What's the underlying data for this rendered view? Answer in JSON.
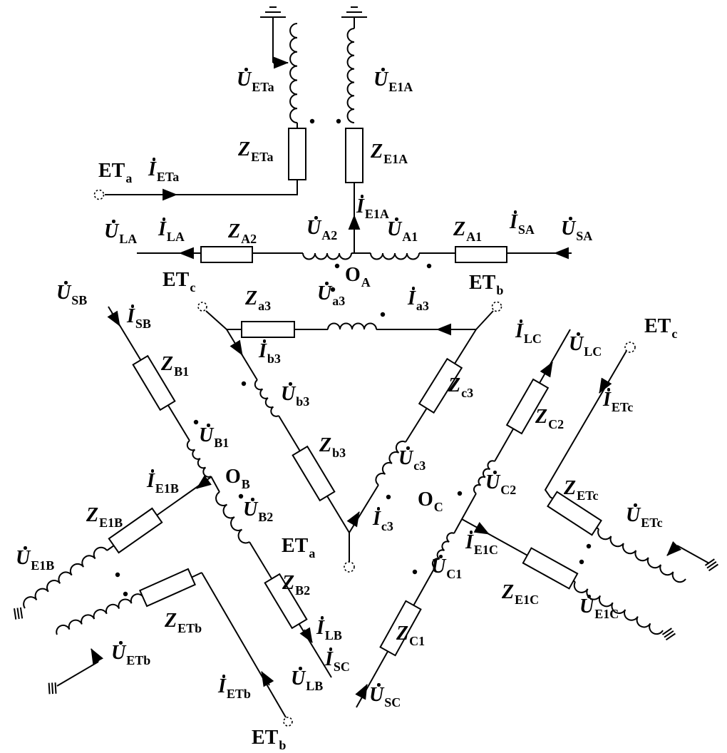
{
  "labels": {
    "uETa": {
      "sym": "U",
      "sub": "ETa"
    },
    "uE1A": {
      "sym": "U",
      "sub": "E1A"
    },
    "zETa": {
      "sym": "Z",
      "sub": "ETa"
    },
    "zE1A": {
      "sym": "Z",
      "sub": "E1A"
    },
    "etaL": {
      "sym": "ET",
      "sub": "a"
    },
    "iETa": {
      "sym": "I",
      "sub": "ETa"
    },
    "iE1A": {
      "sym": "I",
      "sub": "E1A"
    },
    "uLA": {
      "sym": "U",
      "sub": "LA"
    },
    "iLA": {
      "sym": "I",
      "sub": "LA"
    },
    "zA2": {
      "sym": "Z",
      "sub": "A2"
    },
    "uA2": {
      "sym": "U",
      "sub": "A2"
    },
    "oA": {
      "sym": "O",
      "sub": "A"
    },
    "uA1": {
      "sym": "U",
      "sub": "A1"
    },
    "zA1": {
      "sym": "Z",
      "sub": "A1"
    },
    "iSA": {
      "sym": "I",
      "sub": "SA"
    },
    "uSA": {
      "sym": "U",
      "sub": "SA"
    },
    "etbT": {
      "sym": "ET",
      "sub": "b"
    },
    "etcT": {
      "sym": "ET",
      "sub": "c"
    },
    "za3": {
      "sym": "Z",
      "sub": "a3"
    },
    "ua3": {
      "sym": "U",
      "sub": "a3"
    },
    "ia3": {
      "sym": "I",
      "sub": "a3"
    },
    "ib3": {
      "sym": "I",
      "sub": "b3"
    },
    "ub3": {
      "sym": "U",
      "sub": "b3"
    },
    "zb3": {
      "sym": "Z",
      "sub": "b3"
    },
    "zc3": {
      "sym": "Z",
      "sub": "c3"
    },
    "uc3": {
      "sym": "U",
      "sub": "c3"
    },
    "ic3": {
      "sym": "I",
      "sub": "c3"
    },
    "etaB": {
      "sym": "ET",
      "sub": "a"
    },
    "uSB": {
      "sym": "U",
      "sub": "SB"
    },
    "iSB": {
      "sym": "I",
      "sub": "SB"
    },
    "zB1": {
      "sym": "Z",
      "sub": "B1"
    },
    "uB1": {
      "sym": "U",
      "sub": "B1"
    },
    "oB": {
      "sym": "O",
      "sub": "B"
    },
    "iE1B": {
      "sym": "I",
      "sub": "E1B"
    },
    "uB2": {
      "sym": "U",
      "sub": "B2"
    },
    "zB2": {
      "sym": "Z",
      "sub": "B2"
    },
    "iLB": {
      "sym": "I",
      "sub": "LB"
    },
    "iSC": {
      "sym": "I",
      "sub": "SC"
    },
    "uLB": {
      "sym": "U",
      "sub": "LB"
    },
    "uSC": {
      "sym": "U",
      "sub": "SC"
    },
    "zE1B": {
      "sym": "Z",
      "sub": "E1B"
    },
    "uE1B": {
      "sym": "U",
      "sub": "E1B"
    },
    "zETb": {
      "sym": "Z",
      "sub": "ETb"
    },
    "uETb": {
      "sym": "U",
      "sub": "ETb"
    },
    "iETb": {
      "sym": "I",
      "sub": "ETb"
    },
    "etbB": {
      "sym": "ET",
      "sub": "b"
    },
    "iLC": {
      "sym": "I",
      "sub": "LC"
    },
    "uLC": {
      "sym": "U",
      "sub": "LC"
    },
    "etcR": {
      "sym": "ET",
      "sub": "c"
    },
    "iETc": {
      "sym": "I",
      "sub": "ETc"
    },
    "zC2": {
      "sym": "Z",
      "sub": "C2"
    },
    "uC2": {
      "sym": "U",
      "sub": "C2"
    },
    "oC": {
      "sym": "O",
      "sub": "C"
    },
    "uC1": {
      "sym": "U",
      "sub": "C1"
    },
    "zC1": {
      "sym": "Z",
      "sub": "C1"
    },
    "iE1C": {
      "sym": "I",
      "sub": "E1C"
    },
    "zE1C": {
      "sym": "Z",
      "sub": "E1C"
    },
    "uE1C": {
      "sym": "U",
      "sub": "E1C"
    },
    "zETc": {
      "sym": "Z",
      "sub": "ETc"
    },
    "uETc": {
      "sym": "U",
      "sub": "ETc"
    }
  },
  "colors": {
    "ink": "#000000",
    "background": "#ffffff"
  }
}
